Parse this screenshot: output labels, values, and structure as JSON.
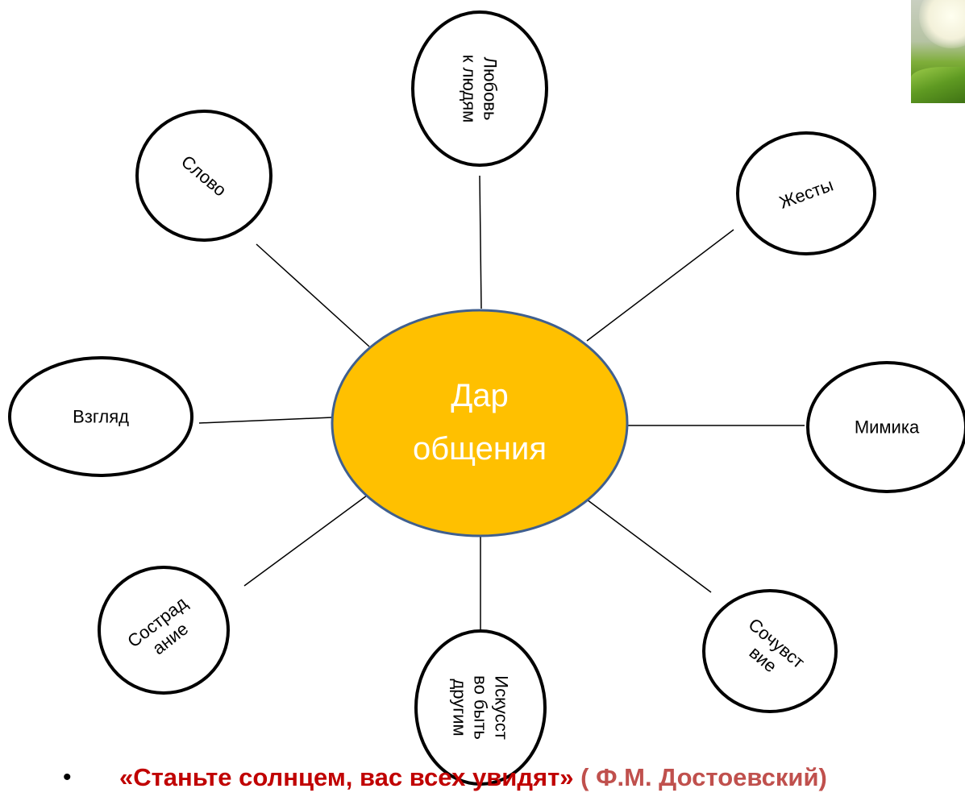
{
  "center": {
    "line1": "Дар",
    "line2": "общения",
    "fill": "#ffc000",
    "stroke": "#3f5f8f",
    "text_color": "#ffffff"
  },
  "nodes": [
    {
      "id": "lyubov",
      "lines": [
        "Любовь",
        "к людям"
      ]
    },
    {
      "id": "zhesty",
      "lines": [
        "Жесты"
      ]
    },
    {
      "id": "mimika",
      "lines": [
        "Мимика"
      ]
    },
    {
      "id": "sochuvstvie",
      "lines": [
        "Сочувст",
        "вие"
      ]
    },
    {
      "id": "iskusstvo",
      "lines": [
        "Искусст",
        "во быть",
        "другим"
      ]
    },
    {
      "id": "sostradanie",
      "lines": [
        "Сострад",
        "ание"
      ]
    },
    {
      "id": "vzglyad",
      "lines": [
        "Взгляд"
      ]
    },
    {
      "id": "slovo",
      "lines": [
        "Слово"
      ]
    }
  ],
  "quote": {
    "bullet": "•",
    "text": "«Станьте солнцем, вас всех увидят»",
    "author": " ( Ф.М. Достоевский)",
    "text_color": "#c00000",
    "author_color": "#c0504d"
  },
  "corner_image": {
    "icon": "sun-over-grass-image"
  }
}
